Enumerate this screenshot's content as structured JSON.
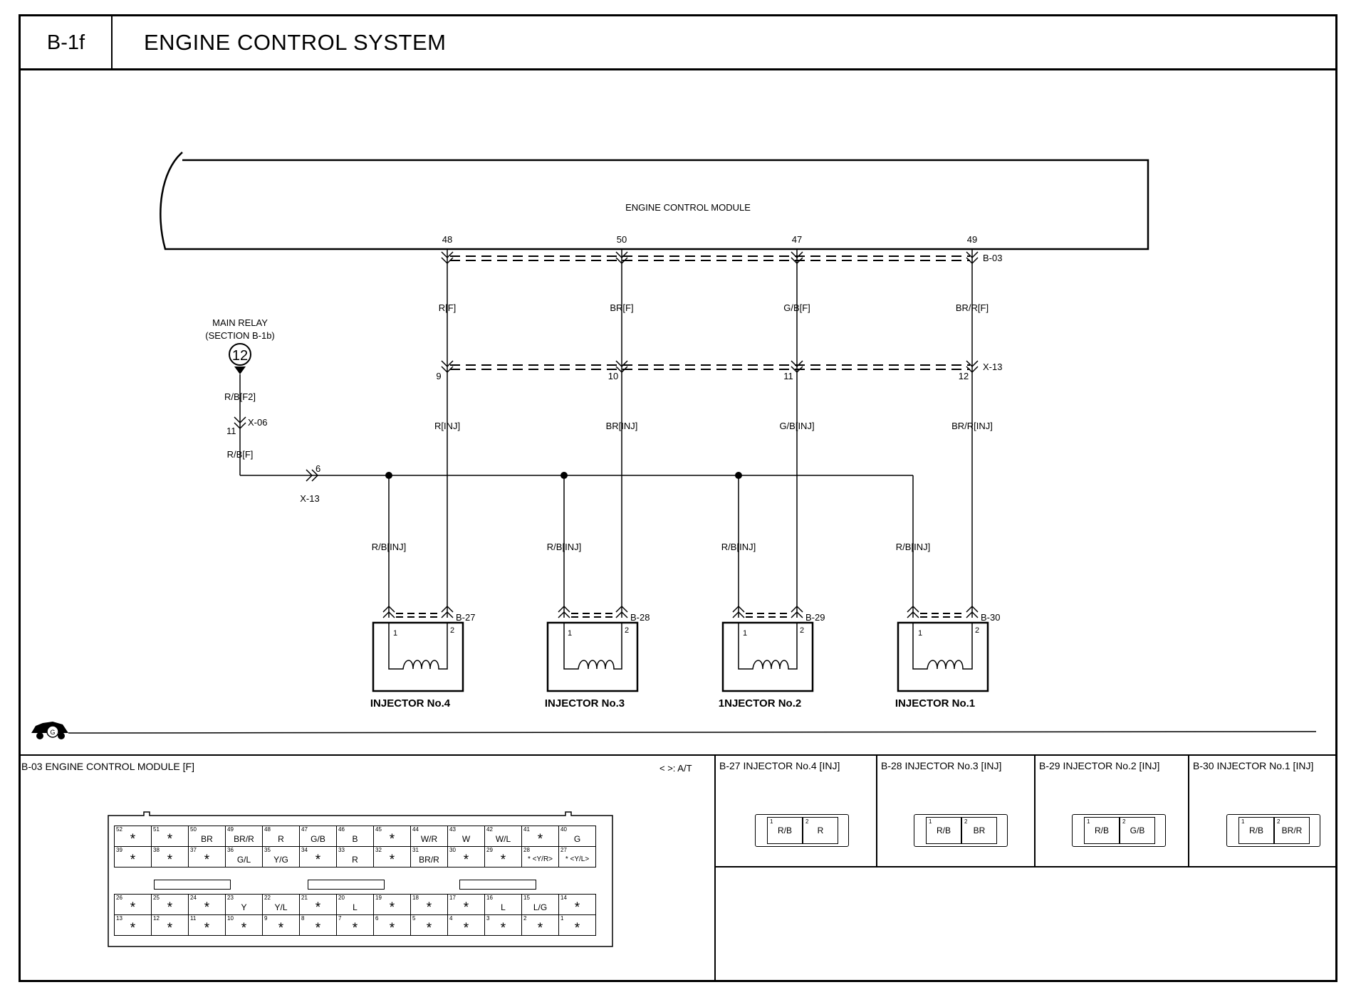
{
  "header": {
    "code": "B-1f",
    "title": "ENGINE CONTROL SYSTEM"
  },
  "ecm": {
    "label": "ENGINE CONTROL MODULE",
    "connector": "B-03",
    "pins": [
      "48",
      "50",
      "47",
      "49"
    ]
  },
  "inline_connector": {
    "label": "X-13",
    "pins": [
      "9",
      "10",
      "11",
      "12"
    ],
    "supply_pin": "6"
  },
  "main_relay": {
    "label_line1": "MAIN RELAY",
    "label_line2": "(SECTION B-1b)",
    "ref": "12",
    "wire1": "R/B[F2]",
    "conn_label": "X-06",
    "conn_pin": "11",
    "wire2": "R/B[F]"
  },
  "channels": [
    {
      "wire_f": "R[F]",
      "wire_inj": "R[INJ]",
      "supply": "R/B[INJ]",
      "connector": "B-27",
      "injector": "INJECTOR No.4"
    },
    {
      "wire_f": "BR[F]",
      "wire_inj": "BR[INJ]",
      "supply": "R/B[INJ]",
      "connector": "B-28",
      "injector": "INJECTOR No.3"
    },
    {
      "wire_f": "G/B[F]",
      "wire_inj": "G/B[INJ]",
      "supply": "R/B[INJ]",
      "connector": "B-29",
      "injector": "1NJECTOR No.2"
    },
    {
      "wire_f": "BR/R[F]",
      "wire_inj": "BR/R[INJ]",
      "supply": "R/B[INJ]",
      "connector": "B-30",
      "injector": "INJECTOR No.1"
    }
  ],
  "injector_pins": [
    "1",
    "2"
  ],
  "ecm_panel": {
    "title": "B-03 ENGINE CONTROL MODULE [F]",
    "legend": "< >: A/T",
    "rows": [
      [
        [
          "52",
          "*"
        ],
        [
          "51",
          "*"
        ],
        [
          "50",
          "BR"
        ],
        [
          "49",
          "BR/R"
        ],
        [
          "48",
          "R"
        ],
        [
          "47",
          "G/B"
        ],
        [
          "46",
          "B"
        ],
        [
          "45",
          "*"
        ],
        [
          "44",
          "W/R"
        ],
        [
          "43",
          "W"
        ],
        [
          "42",
          "W/L"
        ],
        [
          "41",
          "*"
        ],
        [
          "40",
          "G"
        ]
      ],
      [
        [
          "39",
          "*"
        ],
        [
          "38",
          "*"
        ],
        [
          "37",
          "*"
        ],
        [
          "36",
          "G/L"
        ],
        [
          "35",
          "Y/G"
        ],
        [
          "34",
          "*"
        ],
        [
          "33",
          "R"
        ],
        [
          "32",
          "*"
        ],
        [
          "31",
          "BR/R"
        ],
        [
          "30",
          "*"
        ],
        [
          "29",
          "*"
        ],
        [
          "28",
          "* <Y/R>"
        ],
        [
          "27",
          "* <Y/L>"
        ]
      ],
      [
        [
          "26",
          "*"
        ],
        [
          "25",
          "*"
        ],
        [
          "24",
          "*"
        ],
        [
          "23",
          "Y"
        ],
        [
          "22",
          "Y/L"
        ],
        [
          "21",
          "*"
        ],
        [
          "20",
          "L"
        ],
        [
          "19",
          "*"
        ],
        [
          "18",
          "*"
        ],
        [
          "17",
          "*"
        ],
        [
          "16",
          "L"
        ],
        [
          "15",
          "L/G"
        ],
        [
          "14",
          "*"
        ]
      ],
      [
        [
          "13",
          "*"
        ],
        [
          "12",
          "*"
        ],
        [
          "11",
          "*"
        ],
        [
          "10",
          "*"
        ],
        [
          "9",
          "*"
        ],
        [
          "8",
          "*"
        ],
        [
          "7",
          "*"
        ],
        [
          "6",
          "*"
        ],
        [
          "5",
          "*"
        ],
        [
          "4",
          "*"
        ],
        [
          "3",
          "*"
        ],
        [
          "2",
          "*"
        ],
        [
          "1",
          "*"
        ]
      ]
    ]
  },
  "injector_panels": [
    {
      "title": "B-27 INJECTOR No.4 [INJ]",
      "pin1": "R/B",
      "pin2": "R"
    },
    {
      "title": "B-28 INJECTOR No.3 [INJ]",
      "pin1": "R/B",
      "pin2": "BR"
    },
    {
      "title": "B-29 INJECTOR No.2 [INJ]",
      "pin1": "R/B",
      "pin2": "G/B"
    },
    {
      "title": "B-30 INJECTOR No.1 [INJ]",
      "pin1": "R/B",
      "pin2": "BR/R"
    }
  ],
  "pin_numbers": [
    "1",
    "2"
  ]
}
